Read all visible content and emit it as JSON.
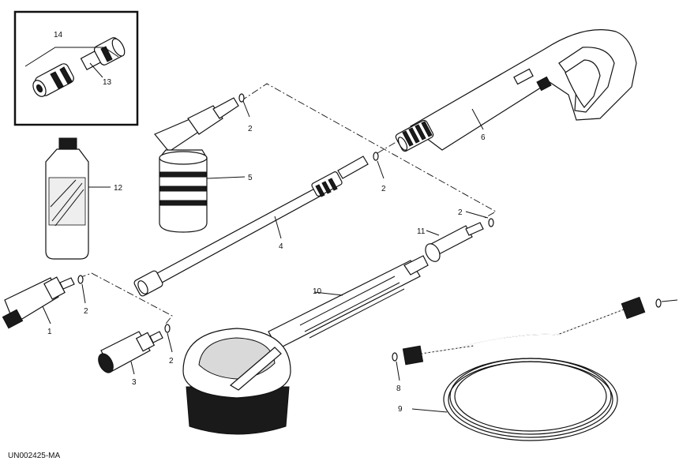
{
  "doc_code": "UN002425-MA",
  "callouts": {
    "c1": "1",
    "c2a": "2",
    "c2b": "2",
    "c2c": "2",
    "c2d": "2",
    "c2e": "2",
    "c3": "3",
    "c4": "4",
    "c5": "5",
    "c6": "6",
    "c8": "8",
    "c9": "9",
    "c10": "10",
    "c11": "11",
    "c12": "12",
    "c13": "13",
    "c14": "14"
  }
}
